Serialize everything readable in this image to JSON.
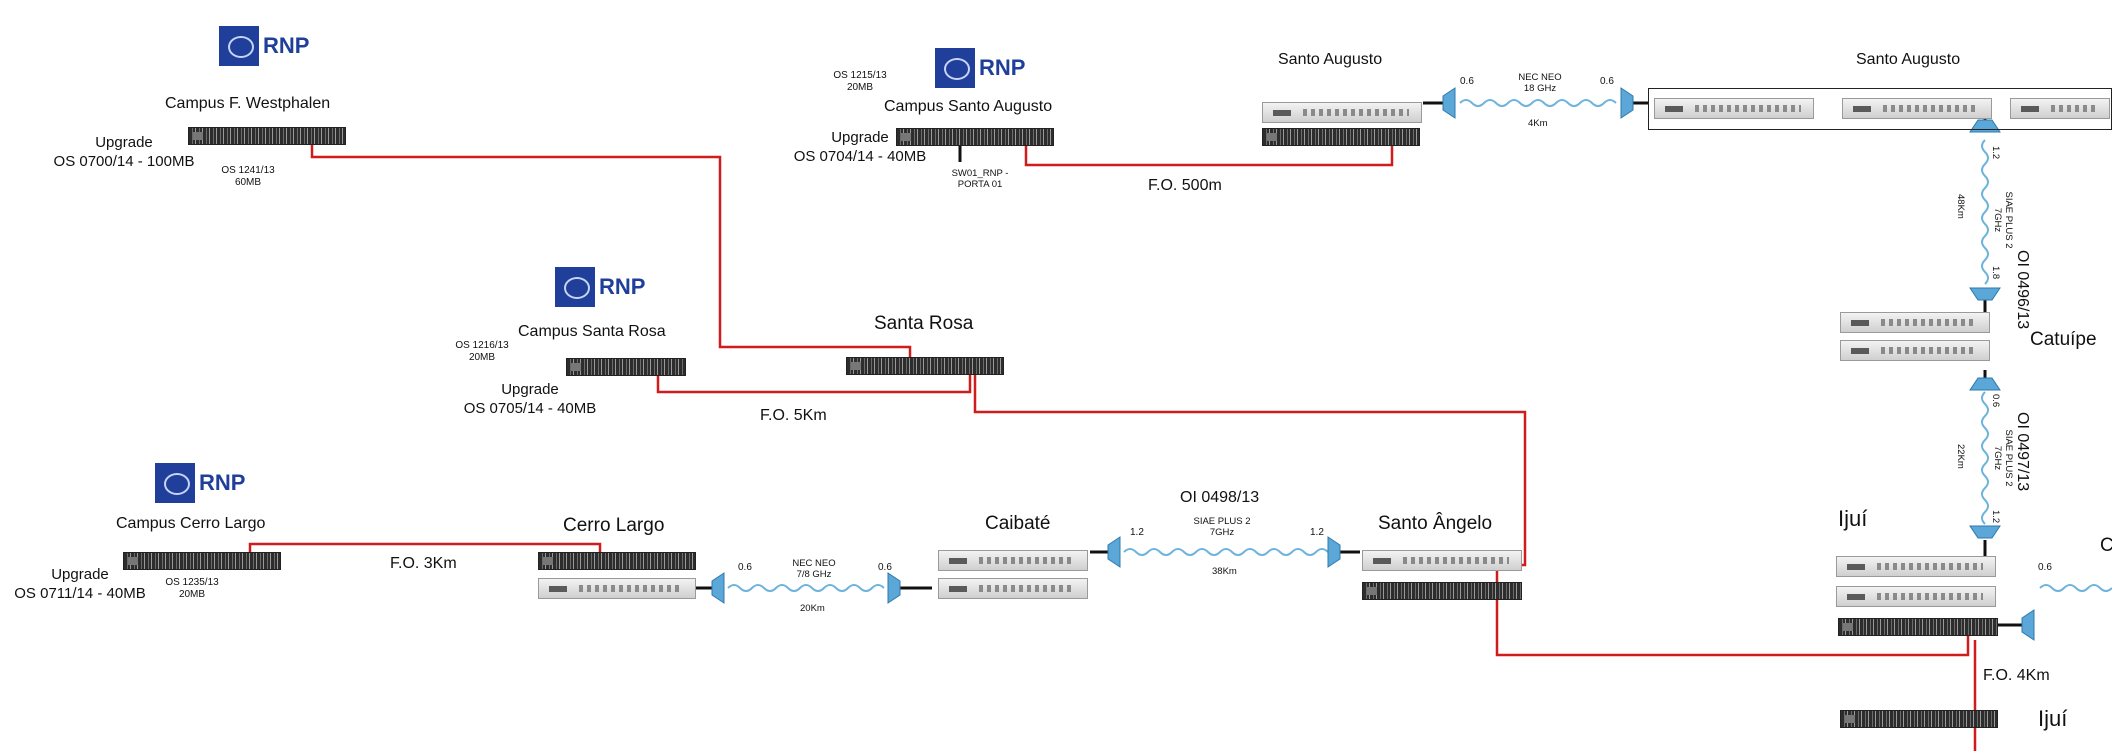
{
  "logos": {
    "rnp": "RNP"
  },
  "campuses": {
    "westphalen": {
      "name": "Campus F. Westphalen",
      "upgrade": "Upgrade",
      "os_upgrade": "OS 0700/14 - 100MB",
      "os": "OS 1241/13",
      "bw": "60MB"
    },
    "santo_augusto": {
      "name": "Campus Santo Augusto",
      "upgrade": "Upgrade",
      "os_upgrade": "OS 0704/14 - 40MB",
      "os": "OS 1215/13",
      "bw": "20MB",
      "port_a": "SW01_RNP -",
      "port_b": "PORTA 01"
    },
    "santa_rosa": {
      "name": "Campus Santa Rosa",
      "upgrade": "Upgrade",
      "os_upgrade": "OS 0705/14 - 40MB",
      "os": "OS 1216/13",
      "bw": "20MB"
    },
    "cerro_largo": {
      "name": "Campus Cerro Largo",
      "upgrade": "Upgrade",
      "os_upgrade": "OS 0711/14 - 40MB",
      "os": "OS 1235/13",
      "bw": "20MB"
    }
  },
  "sites": {
    "santo_augusto_a": "Santo Augusto",
    "santo_augusto_b": "Santo Augusto",
    "santa_rosa": "Santa Rosa",
    "cerro_largo": "Cerro Largo",
    "caibate": "Caibaté",
    "santo_angelo": "Santo Ângelo",
    "catuipe": "Catuípe",
    "ijui_a": "Ijuí",
    "ijui_b": "Ijuí"
  },
  "fiber": {
    "santo_augusto": "F.O. 500m",
    "santa_rosa": "F.O. 5Km",
    "cerro_largo": "F.O. 3Km",
    "ijui": "F.O. 4Km"
  },
  "radio_links": {
    "sa_link": {
      "gain_l": "0.6",
      "gain_r": "0.6",
      "model": "NEC NEO",
      "freq": "18 GHz",
      "dist": "4Km"
    },
    "cl_link": {
      "gain_l": "0.6",
      "gain_r": "0.6",
      "model": "NEC NEO",
      "freq": "7/8 GHz",
      "dist": "20Km"
    },
    "ca_link": {
      "oi": "OI 0498/13",
      "gain_l": "1.2",
      "gain_r": "1.2",
      "model": "SIAE PLUS 2",
      "freq": "7GHz",
      "dist": "38Km"
    },
    "v1": {
      "oi": "OI 0496/13",
      "gain_t": "1.2",
      "gain_b": "1.8",
      "model": "SIAE PLUS 2",
      "freq": "7GHz",
      "dist": "48Km"
    },
    "v2": {
      "oi": "OI 0497/13",
      "gain_t": "0.6",
      "gain_b": "1.2",
      "model": "SIAE PLUS 2",
      "freq": "7GHz",
      "dist": "22Km"
    },
    "ijui_out": {
      "gain_l": "0.6",
      "next": "C"
    }
  },
  "colors": {
    "fiber": "#d01c1c",
    "microwave": "#7fc4e8",
    "rnp_blue": "#1f3f9a"
  }
}
